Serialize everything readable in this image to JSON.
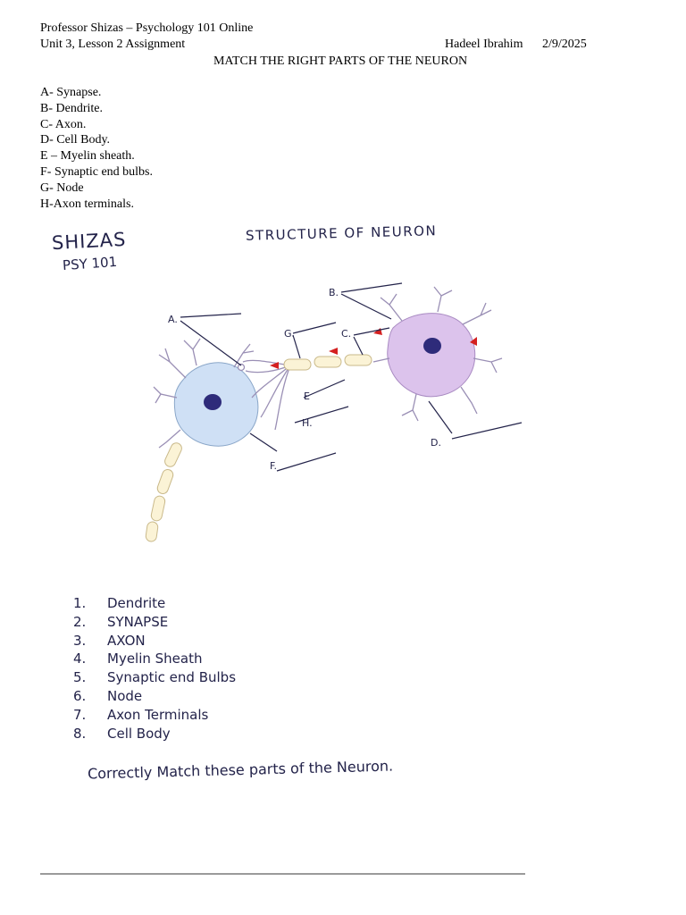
{
  "header": {
    "course_line": "Professor Shizas – Psychology 101 Online",
    "unit_line": "Unit 3, Lesson 2 Assignment",
    "student": "Hadeel Ibrahim",
    "date": "2/9/2025",
    "title": "MATCH THE RIGHT PARTS OF THE NEURON"
  },
  "parts": [
    "A- Synapse.",
    "B- Dendrite.",
    "C- Axon.",
    "D- Cell Body.",
    "E – Myelin sheath.",
    "F- Synaptic end bulbs.",
    "G- Node",
    "H-Axon terminals."
  ],
  "handwriting": {
    "name": "SHIZAS",
    "course": "PSY 101",
    "heading": "STRUCTURE OF NEURON",
    "answers": [
      {
        "num": "1.",
        "text": "Dendrite"
      },
      {
        "num": "2.",
        "text": "SYNAPSE"
      },
      {
        "num": "3.",
        "text": "AXON"
      },
      {
        "num": "4.",
        "text": "Myelin Sheath"
      },
      {
        "num": "5.",
        "text": "Synaptic end Bulbs"
      },
      {
        "num": "6.",
        "text": "Node"
      },
      {
        "num": "7.",
        "text": "Axon Terminals"
      },
      {
        "num": "8.",
        "text": "Cell Body"
      }
    ],
    "instruction": "Correctly Match these parts of the Neuron."
  },
  "diagram": {
    "labels": {
      "a": "A.",
      "b": "B.",
      "c": "C.",
      "d": "D.",
      "e": "E",
      "f": "F.",
      "g": "G.",
      "h": "H."
    },
    "colors": {
      "left_cell": "#cfe0f5",
      "right_cell": "#dcc3ec",
      "nucleus": "#2e2b7a",
      "myelin": "#fbf3d6",
      "arrow": "#d42020",
      "ink": "#23234a"
    }
  }
}
